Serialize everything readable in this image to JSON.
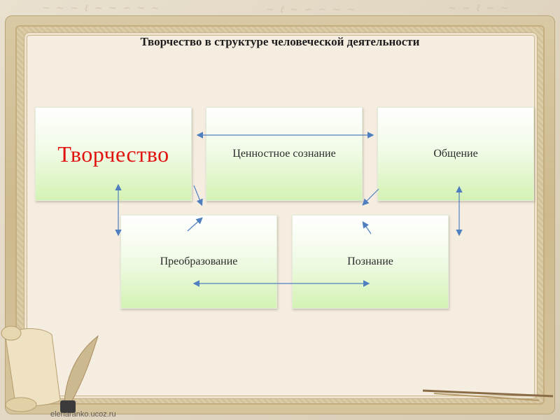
{
  "title": "Творчество в структуре человеческой деятельности",
  "nodes": {
    "creativity": "Творчество",
    "values": "Ценностное сознание",
    "communication": "Общение",
    "transformation": "Преобразование",
    "cognition": "Познание"
  },
  "watermark": "elenaranko.ucoz.ru",
  "colors": {
    "accent": "#e0130f",
    "arrow": "#4f7fbf",
    "box_bottom": "#d4f2b4"
  }
}
